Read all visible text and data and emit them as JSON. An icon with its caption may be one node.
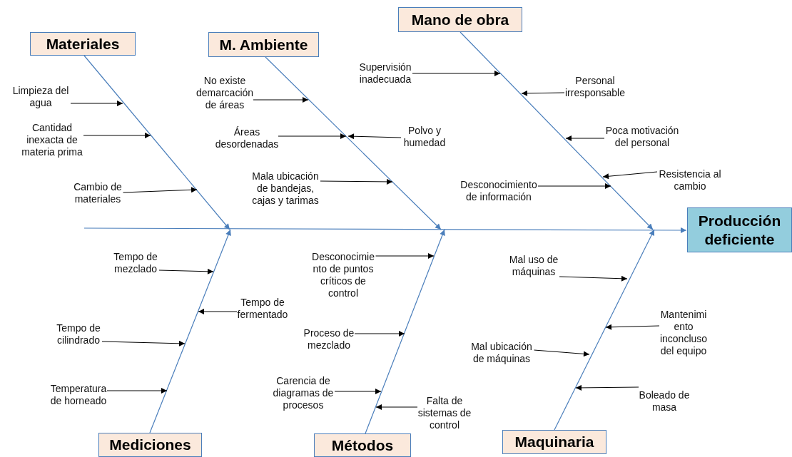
{
  "diagram": {
    "nodes": [
      {
        "text": [
          "Materiales"
        ]
      },
      {
        "text": [
          "M. Ambiente"
        ]
      },
      {
        "text": [
          "Mano de obra"
        ]
      },
      {
        "text": [
          "Producción deficiente"
        ]
      },
      {
        "text": [
          "Mediciones"
        ]
      },
      {
        "text": [
          "Métodos"
        ]
      },
      {
        "text": [
          "Maquinaria"
        ]
      },
      {
        "text": [
          "Limpieza del agua"
        ]
      },
      {
        "text": [
          "Cantidad inexacta de materia prima"
        ]
      },
      {
        "text": [
          "Cambio de materiales"
        ]
      },
      {
        "text": [
          "No existe demarcación de áreas"
        ]
      },
      {
        "text": [
          "Áreas desordenadas"
        ]
      },
      {
        "text": [
          "Polvo y humedad"
        ]
      },
      {
        "text": [
          "Mala ubicación de bandejas, cajas y tarimas"
        ]
      },
      {
        "text": [
          "Supervisión inadecuada"
        ]
      },
      {
        "text": [
          "Personal irresponsable"
        ]
      },
      {
        "text": [
          "Poca motivación del personal"
        ]
      },
      {
        "text": [
          "Desconocimiento de información"
        ]
      },
      {
        "text": [
          "Resistencia al cambio"
        ]
      },
      {
        "text": [
          "Tempo de mezclado"
        ]
      },
      {
        "text": [
          "Tempo de fermentado"
        ]
      },
      {
        "text": [
          "Tempo de cilindrado"
        ]
      },
      {
        "text": [
          "Temperatura de horneado"
        ]
      },
      {
        "text": [
          "Desconocimie nto de puntos críticos de control"
        ]
      },
      {
        "text": [
          "Proceso de mezclado"
        ]
      },
      {
        "text": [
          "Carencia de diagramas de procesos"
        ]
      },
      {
        "text": [
          "Falta de sistemas de control"
        ]
      },
      {
        "text": [
          "Mal uso de máquinas"
        ]
      },
      {
        "text": [
          "Mantenimi ento inconcluso del equipo"
        ]
      },
      {
        "text": [
          "Mal ubicación de máquinas"
        ]
      },
      {
        "text": [
          "Boleado de masa"
        ]
      }
    ],
    "edges": [
      {
        "from": null,
        "to": 3,
        "arrow": "to",
        "color": "#4a7ebb"
      },
      {
        "from": 0,
        "to": null,
        "arrow": "to",
        "color": "#4a7ebb"
      },
      {
        "from": 1,
        "to": null,
        "arrow": "to",
        "color": "#4a7ebb"
      },
      {
        "from": 2,
        "to": null,
        "arrow": "to",
        "color": "#4a7ebb"
      },
      {
        "from": 4,
        "to": null,
        "arrow": "to",
        "color": "#4a7ebb"
      },
      {
        "from": 5,
        "to": null,
        "arrow": "to",
        "color": "#4a7ebb"
      },
      {
        "from": 6,
        "to": null,
        "arrow": "to",
        "color": "#4a7ebb"
      },
      {
        "from": 7,
        "to": null,
        "arrow": "to"
      },
      {
        "from": 8,
        "to": null,
        "arrow": "to"
      },
      {
        "from": 9,
        "to": null,
        "arrow": "to"
      },
      {
        "from": 10,
        "to": null,
        "arrow": "to"
      },
      {
        "from": 11,
        "to": null,
        "arrow": "to"
      },
      {
        "from": 12,
        "to": null,
        "arrow": "to"
      },
      {
        "from": 13,
        "to": null,
        "arrow": "to"
      },
      {
        "from": 14,
        "to": null,
        "arrow": "to"
      },
      {
        "from": 15,
        "to": null,
        "arrow": "to"
      },
      {
        "from": 16,
        "to": null,
        "arrow": "to"
      },
      {
        "from": 17,
        "to": null,
        "arrow": "to"
      },
      {
        "from": 18,
        "to": null,
        "arrow": "to"
      },
      {
        "from": 19,
        "to": null,
        "arrow": "to"
      },
      {
        "from": 20,
        "to": null,
        "arrow": "to"
      },
      {
        "from": 21,
        "to": null,
        "arrow": "to"
      },
      {
        "from": 22,
        "to": null,
        "arrow": "to"
      },
      {
        "from": 23,
        "to": null,
        "arrow": "to"
      },
      {
        "from": 24,
        "to": null,
        "arrow": "to"
      },
      {
        "from": 25,
        "to": null,
        "arrow": "to"
      },
      {
        "from": 26,
        "to": null,
        "arrow": "to"
      },
      {
        "from": 27,
        "to": null,
        "arrow": "to"
      },
      {
        "from": 28,
        "to": null,
        "arrow": "to"
      },
      {
        "from": 29,
        "to": null,
        "arrow": "to"
      },
      {
        "from": 30,
        "to": null,
        "arrow": "to"
      }
    ]
  }
}
